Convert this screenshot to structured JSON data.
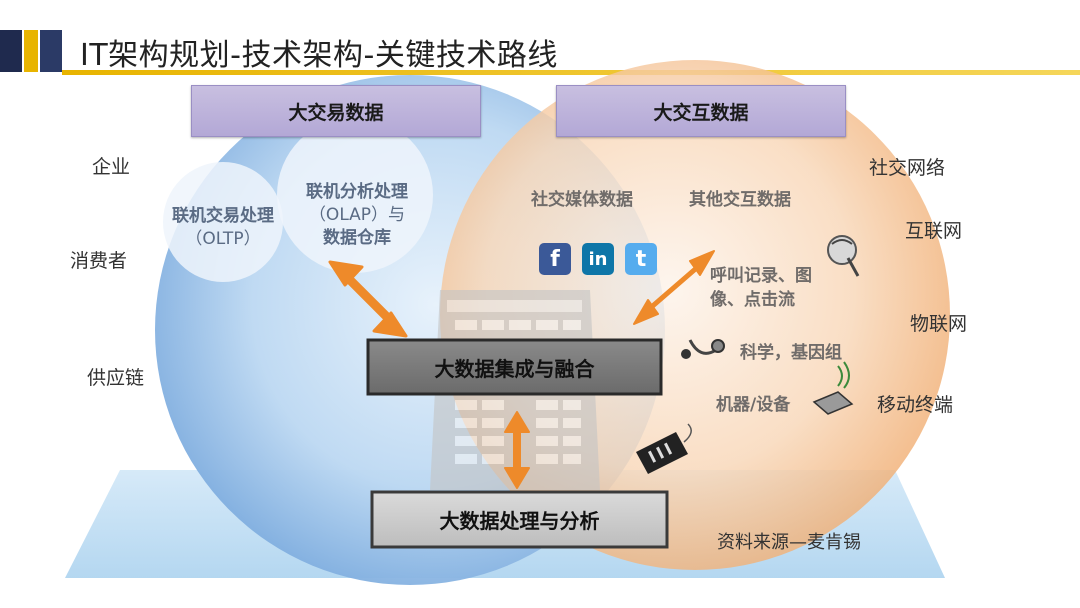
{
  "title": "IT架构规划-技术架构-关键技术路线",
  "headers": {
    "left": "大交易数据",
    "right": "大交互数据"
  },
  "left_labels": [
    "企业",
    "消费者",
    "供应链"
  ],
  "right_labels": [
    "社交网络",
    "互联网",
    "物联网",
    "移动终端"
  ],
  "blue_circle": {
    "oltp_title": "联机交易处理",
    "oltp_sub": "（OLTP）",
    "olap_title": "联机分析处理",
    "olap_sub": "（OLAP）与",
    "olap_tail": "数据仓库"
  },
  "orange_circle": {
    "social_media": "社交媒体数据",
    "other_interaction": "其他交互数据",
    "call_records_1": "呼叫记录、图",
    "call_records_2": "像、点击流",
    "science": "科学，基因组",
    "machines": "机器/设备"
  },
  "center_box": "大数据集成与融合",
  "bottom_box": "大数据处理与分析",
  "source": "资料来源—麦肯锡",
  "social_icons": {
    "facebook": "f",
    "linkedin": "in",
    "twitter": "t"
  },
  "colors": {
    "navy": "#1f2a4e",
    "gold": "#e8b400",
    "arrow": "#ee8a2a",
    "facebook": "#3b5998",
    "linkedin": "#0e76a8",
    "twitter": "#55acee"
  }
}
